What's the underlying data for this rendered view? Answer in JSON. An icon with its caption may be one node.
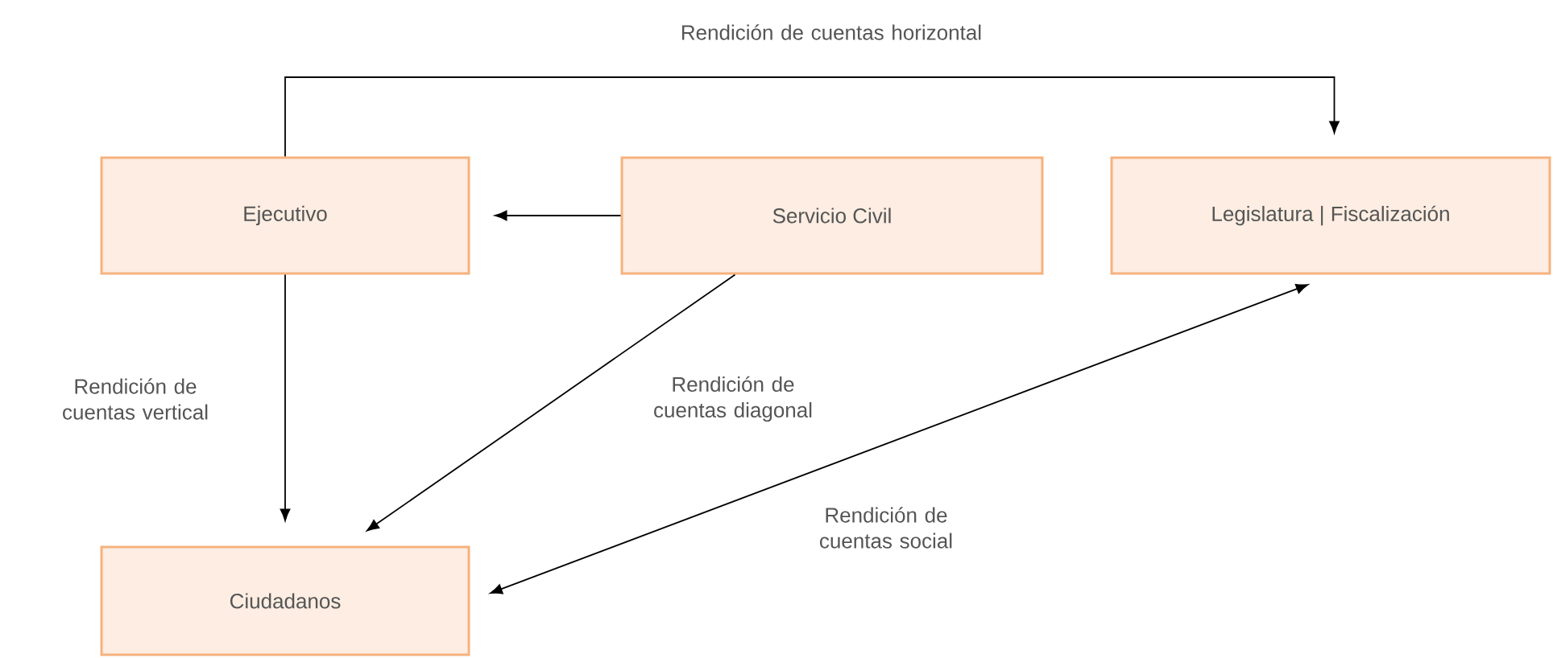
{
  "diagram": {
    "nodes": [
      {
        "text": [
          "Ejecutivo"
        ]
      },
      {
        "text": [
          "Servicio Civil"
        ]
      },
      {
        "text": [
          "Legislatura | Fiscalización"
        ]
      },
      {
        "text": [
          "Ciudadanos"
        ]
      }
    ],
    "edges": [
      {
        "from": 0,
        "to": 2,
        "arrow": "to",
        "label": "Rendición de cuentas horizontal"
      },
      {
        "from": 1,
        "to": 0,
        "arrow": "to"
      },
      {
        "from": 0,
        "to": 3,
        "arrow": "to",
        "label": "Rendición de cuentas vertical"
      },
      {
        "from": 1,
        "to": 3,
        "arrow": "to",
        "label": "Rendición de cuentas diagonal"
      },
      {
        "from": 3,
        "to": 2,
        "arrow": "both",
        "label": "Rendición de cuentas social"
      }
    ]
  }
}
